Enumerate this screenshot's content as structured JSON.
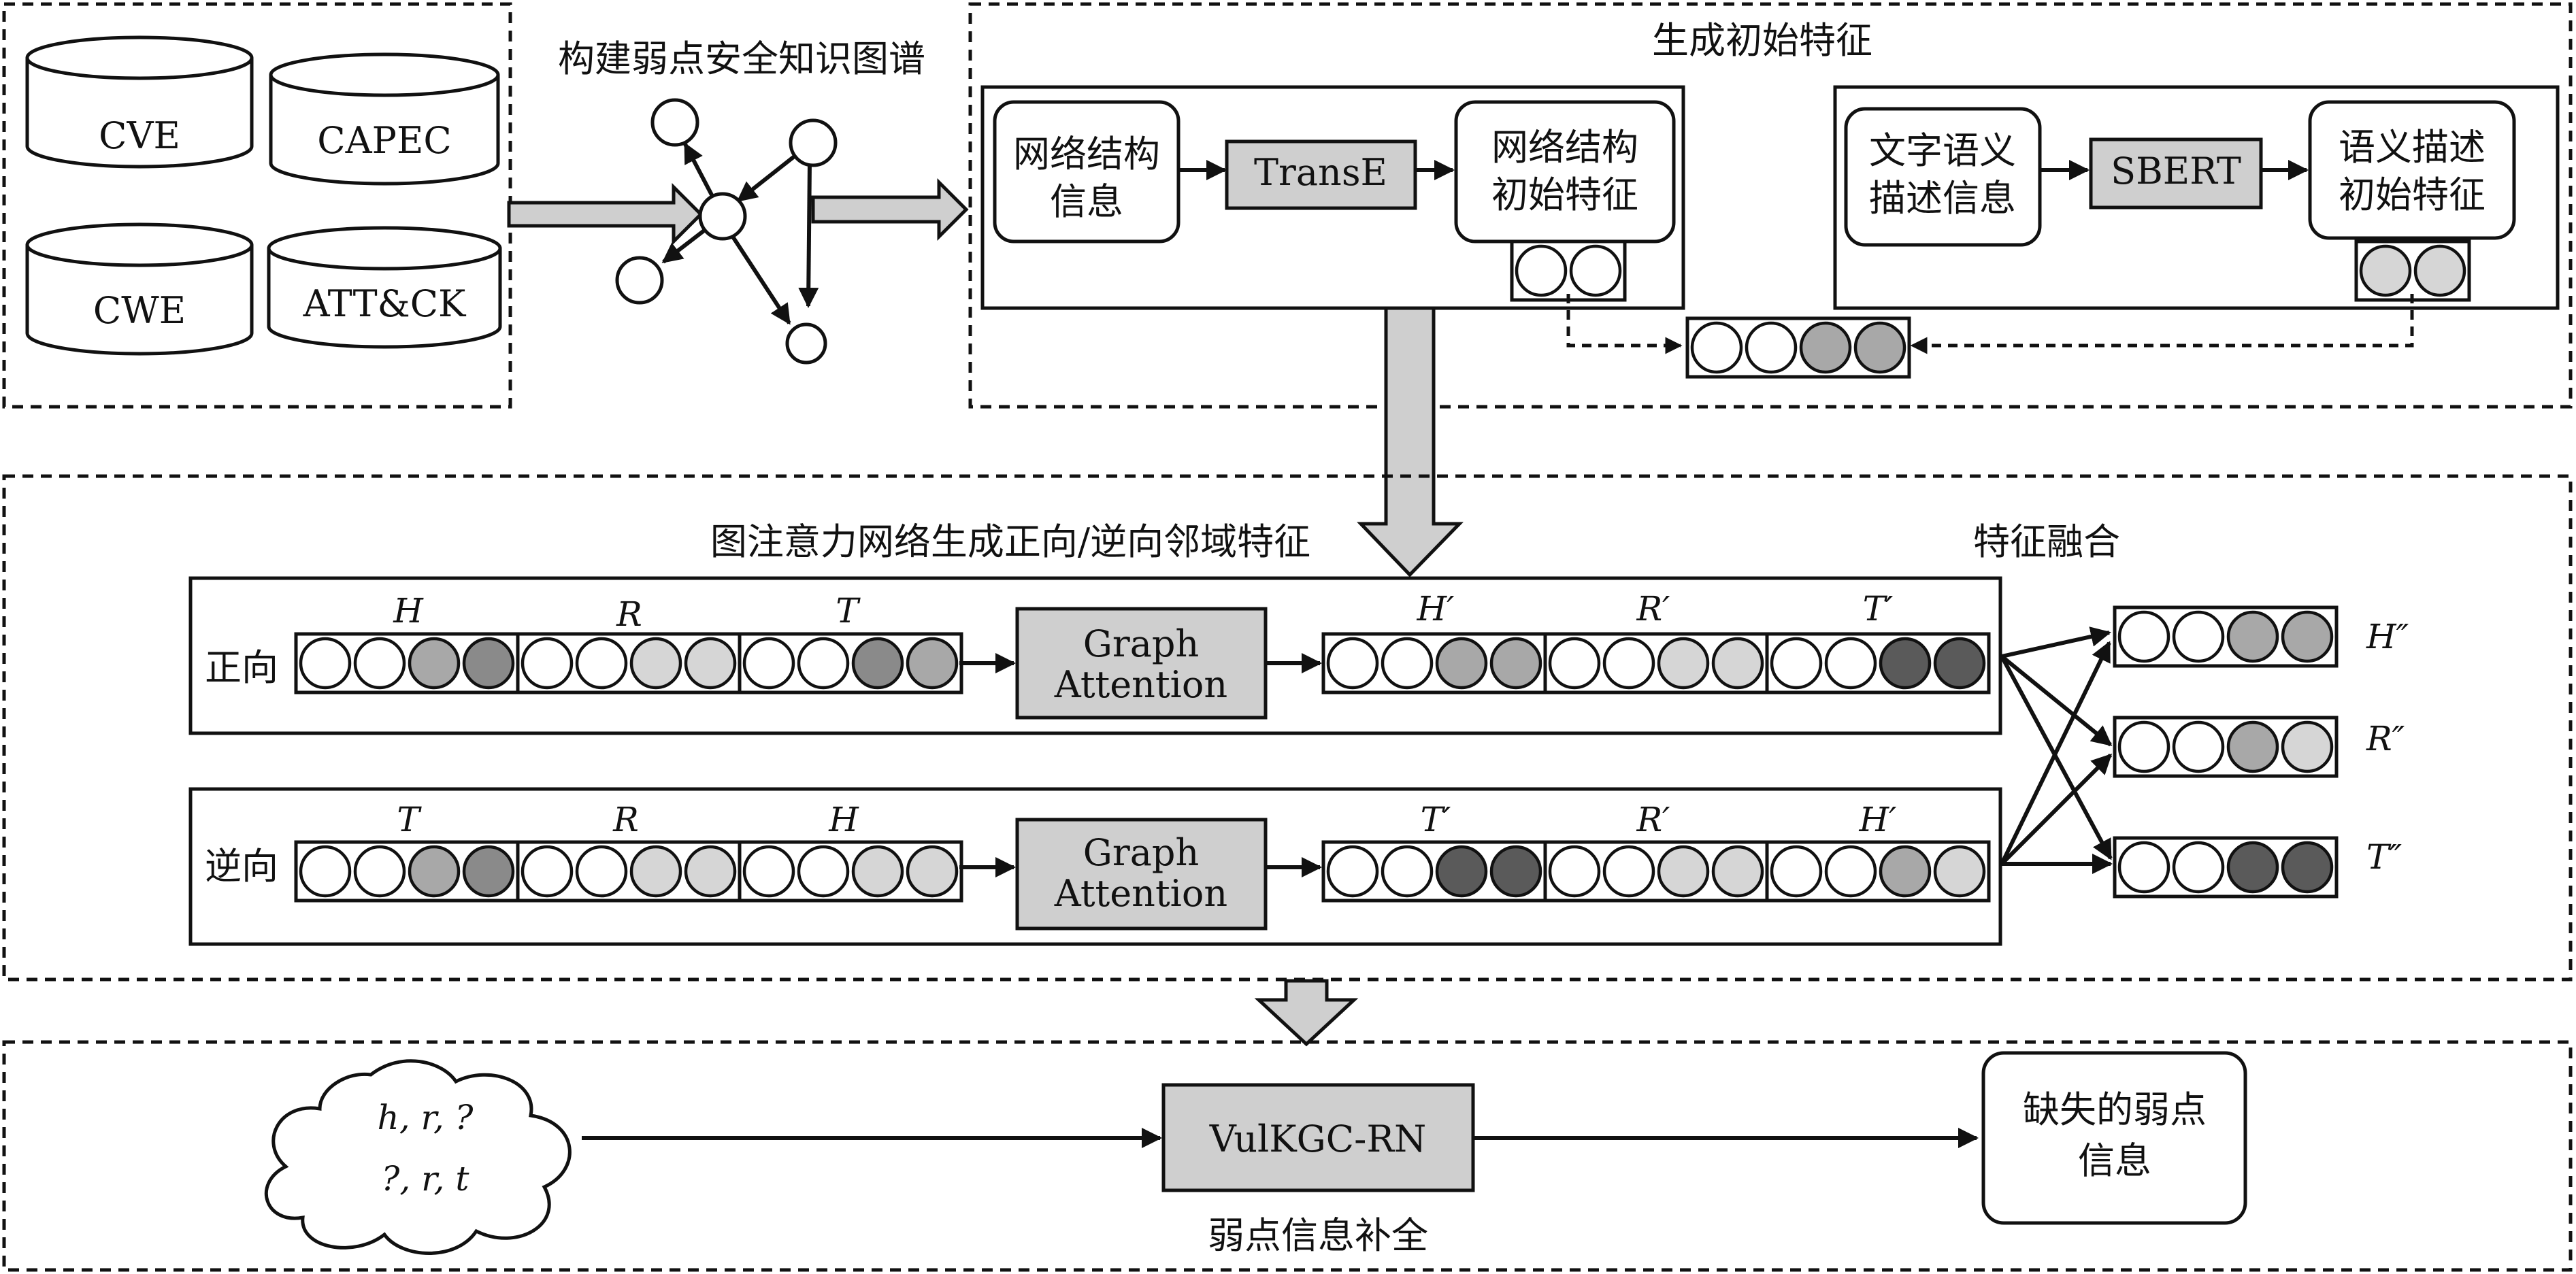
{
  "sources": {
    "cve": "CVE",
    "capec": "CAPEC",
    "cwe": "CWE",
    "attck": "ATT&CK"
  },
  "kg_build_title": "构建弱点安全知识图谱",
  "init_feature": {
    "title": "生成初始特征",
    "struct_info": [
      "网络结构",
      "信息"
    ],
    "transe": "TransE",
    "struct_feat": [
      "网络结构",
      "初始特征"
    ],
    "text_info": [
      "文字语义",
      "描述信息"
    ],
    "sbert": "SBERT",
    "sem_feat": [
      "语义描述",
      "初始特征"
    ]
  },
  "gat": {
    "title": "图注意力网络生成正向/逆向邻域特征",
    "fusion_title": "特征融合",
    "forward_label": "正向",
    "reverse_label": "逆向",
    "block_label": [
      "Graph",
      "Attention"
    ],
    "forward_in": [
      "H",
      "R",
      "T"
    ],
    "forward_out": [
      "H′",
      "R′",
      "T′"
    ],
    "reverse_in": [
      "T",
      "R",
      "H"
    ],
    "reverse_out": [
      "T′",
      "R′",
      "H′"
    ],
    "fused": [
      "H″",
      "R″",
      "T″"
    ]
  },
  "completion": {
    "title": "弱点信息补全",
    "query_line1": "h, r, ?",
    "query_line2": "?, r, t",
    "model": "VulKGC-RN",
    "output": [
      "缺失的弱点",
      "信息"
    ]
  },
  "colors": {
    "white": "#ffffff",
    "light": "#d6d6d6",
    "mid": "#a8a8a8",
    "midDark": "#8a8a8a",
    "dark": "#5a5a5a",
    "block": "#cfcfcf"
  }
}
